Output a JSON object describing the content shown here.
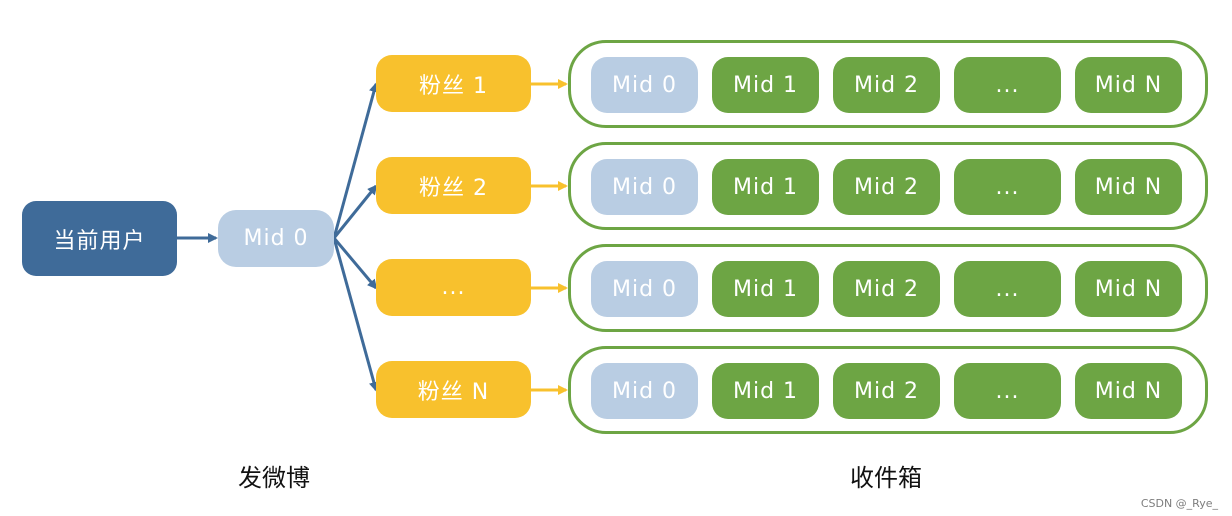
{
  "user_label": "当前用户",
  "post_label": "Mid 0",
  "fans": [
    {
      "label": "粉丝 1"
    },
    {
      "label": "粉丝 2"
    },
    {
      "label": "..."
    },
    {
      "label": "粉丝 N"
    }
  ],
  "inbox_items": [
    "Mid 0",
    "Mid 1",
    "Mid 2",
    "...",
    "Mid N"
  ],
  "captions": {
    "post": "发微博",
    "inbox": "收件箱"
  },
  "watermark": "CSDN @_Rye_",
  "colors": {
    "user": "#3f6b99",
    "post": "#b9cde3",
    "fan": "#f8c12d",
    "inbox": "#6da544",
    "arrow_blue": "#3f6b99",
    "arrow_yellow": "#f8c12d"
  }
}
